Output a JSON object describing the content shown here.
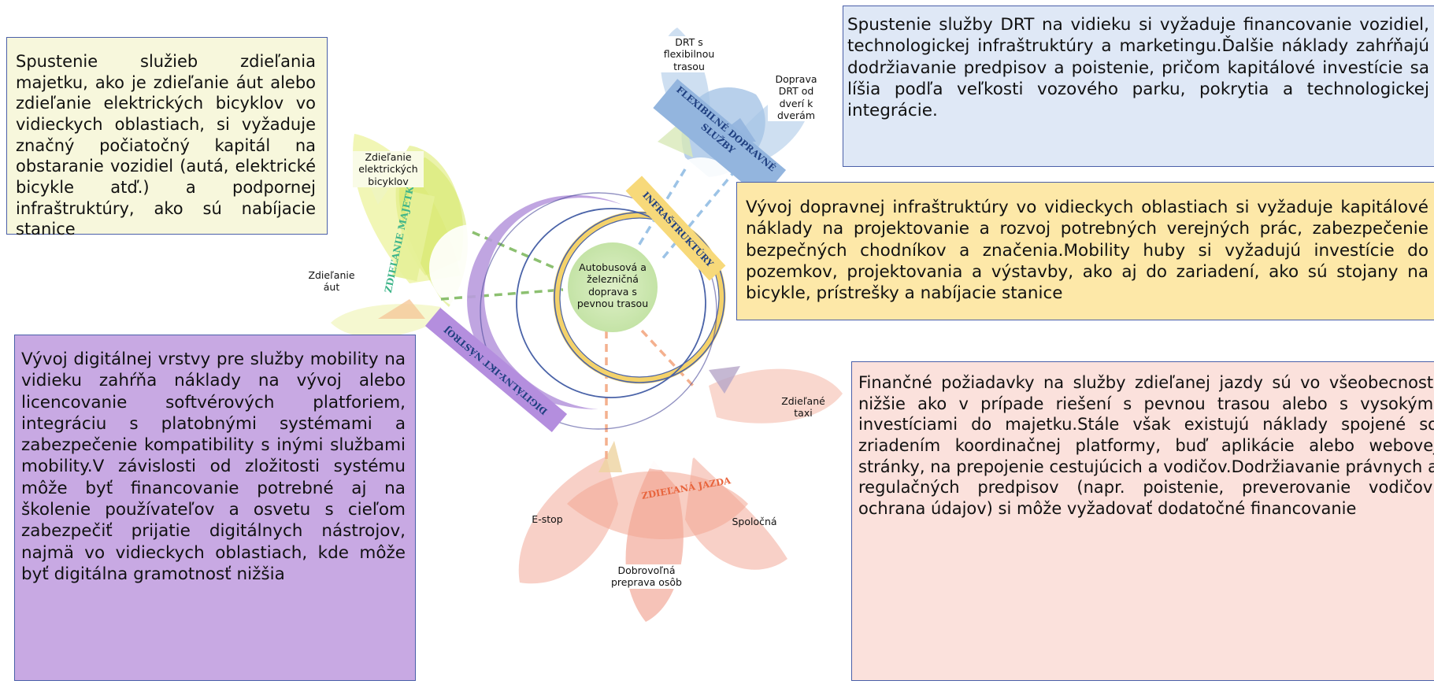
{
  "center": {
    "label": "Autobusová a železničná doprava s pevnou trasou"
  },
  "segments": {
    "asset": {
      "label": "ZDIEĽANIE MAJETKU",
      "color": "#3fb58a"
    },
    "flex": {
      "label": "FLEXIBILNÉ DOPRAVNÉ SLUŽBY",
      "color": "#1f3f80"
    },
    "infra": {
      "label": "INFRAŠTRUKTÚRY",
      "color": "#1f3f80"
    },
    "digital": {
      "label": "DIGITÁLNY-IKT NÁSTROJ",
      "color": "#1f3f80"
    },
    "ride": {
      "label": "ZDIEĽANÁ JAZDA",
      "color": "#e8643c"
    }
  },
  "leaves": {
    "ebikes": "Zdieľanie elektrických bicyklov",
    "cars": "Zdieľanie áut",
    "drt_flexible": "DRT s flexibilnou trasou",
    "drt_door": "Doprava DRT od dverí k dverám",
    "taxi": "Zdieľané taxi",
    "estop": "E-stop",
    "joint": "Spoločná",
    "volunteer": "Dobrovoľná preprava osôb"
  },
  "boxes": {
    "asset": "Spustenie služieb zdieľania majetku, ako je zdieľanie áut alebo zdieľanie elektrických bicyklov vo vidieckych oblastiach, si vyžaduje značný počiatočný kapitál na obstaranie vozidiel (autá, elektrické bicykle atď.) a podpornej infraštruktúry, ako sú nabíjacie stanice",
    "drt": "Spustenie služby DRT na vidieku si vyžaduje financovanie vozidiel, technologickej infraštruktúry a marketingu.Ďalšie náklady zahŕňajú dodržiavanie predpisov a poistenie, pričom kapitálové investície sa líšia podľa veľkosti vozového parku, pokrytia a technologickej integrácie.",
    "infra": "Vývoj dopravnej infraštruktúry vo vidieckych oblastiach si vyžaduje kapitálové náklady na projektovanie a rozvoj potrebných verejných prác, zabezpečenie bezpečných chodníkov a značenia.Mobility huby si vyžadujú investície do pozemkov, projektovania a výstavby, ako aj do zariadení, ako sú stojany na bicykle, prístrešky a nabíjacie stanice",
    "digital": "Vývoj digitálnej vrstvy pre služby mobility na vidieku zahŕňa náklady na vývoj alebo licencovanie softvérových platforiem, integráciu s platobnými systémami a zabezpečenie kompatibility s inými službami mobility.V závislosti od zložitosti systému môže byť financovanie potrebné aj na školenie používateľov a osvetu s cieľom zabezpečiť prijatie digitálnych nástrojov, najmä vo vidieckych oblastiach, kde môže byť digitálna gramotnosť nižšia",
    "ride": "Finančné požiadavky na služby zdieľanej jazdy sú vo všeobecnosti nižšie ako v prípade riešení s pevnou trasou alebo s vysokými investíciami do majetku.Stále však existujú náklady spojené so zriadením koordinačnej platformy, buď aplikácie alebo webovej stránky, na prepojenie cestujúcich a vodičov.Dodržiavanie právnych a regulačných predpisov (napr. poistenie, preverovanie vodičov, ochrana údajov) si môže vyžadovať dodatočné financovanie"
  }
}
